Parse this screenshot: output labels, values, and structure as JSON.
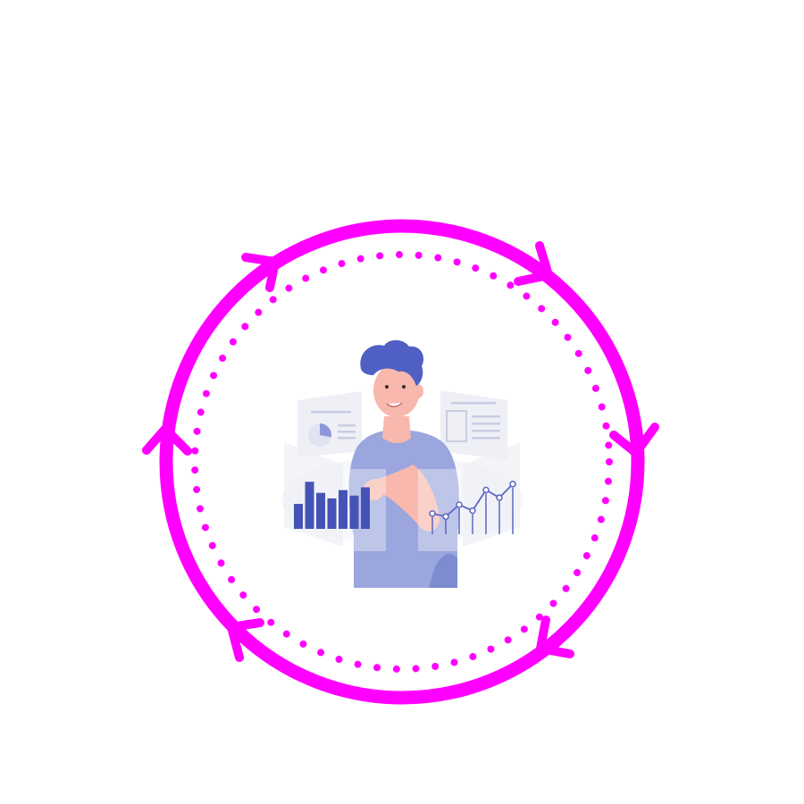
{
  "colors": {
    "ring": "#ff00ff",
    "background": "#ffffff",
    "hair": "#4f5fc4",
    "shirt": "#9aa6dd",
    "skin": "#f8b8ad",
    "bars": "#4453b5",
    "panel": "#eef0f6",
    "line_chart": "#5a67c2"
  },
  "icons": [
    "cycle-ring",
    "dotted-inner-ring",
    "clockwise-arrow-icon",
    "person-with-analytics-illustration",
    "bar-chart-icon",
    "line-chart-icon",
    "pie-chart-icon",
    "document-panel-icon"
  ],
  "bar_chart": {
    "values": [
      0.45,
      0.85,
      0.65,
      0.55,
      0.7,
      0.6,
      0.75
    ]
  },
  "line_chart": {
    "values": [
      0.35,
      0.3,
      0.5,
      0.4,
      0.75,
      0.62,
      0.85
    ]
  },
  "pie_chart": {
    "values": [
      0.28,
      0.72
    ]
  }
}
